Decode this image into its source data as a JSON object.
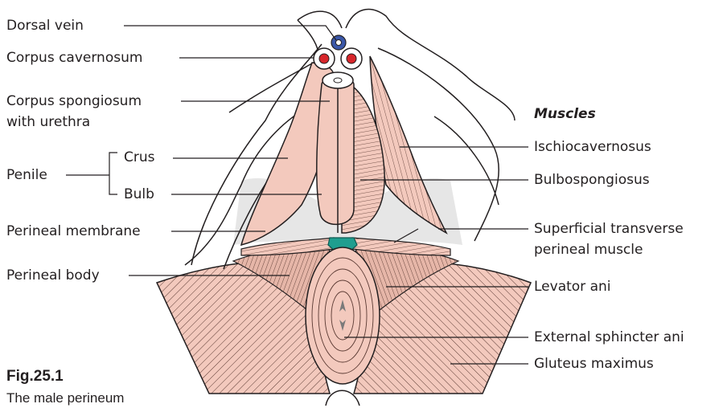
{
  "figure": {
    "number": "Fig.25.1",
    "caption": "The male perineum"
  },
  "labels_left": {
    "dorsal_vein": "Dorsal vein",
    "corpus_cavernosum": "Corpus cavernosum",
    "corpus_spongiosum_line1": "Corpus spongiosum",
    "corpus_spongiosum_line2": "with urethra",
    "penile": "Penile",
    "crus": "Crus",
    "bulb": "Bulb",
    "perineal_membrane": "Perineal membrane",
    "perineal_body": "Perineal body"
  },
  "labels_right": {
    "heading": "Muscles",
    "ischiocavernosus": "Ischiocavernosus",
    "bulbospongiosus": "Bulbospongiosus",
    "superficial_transverse_line1": "Superficial transverse",
    "superficial_transverse_line2": "perineal muscle",
    "levator_ani": "Levator ani",
    "external_sphincter_ani": "External sphincter ani",
    "gluteus_maximus": "Gluteus maximus"
  },
  "colors": {
    "muscle_fill": "#f3c9bd",
    "muscle_line": "#5b3a33",
    "membrane": "#e6e6e6",
    "outline": "#231f20",
    "perineal_body": "#1f9e8f",
    "dorsal_vein": "#3a57a8",
    "artery": "#d7262b"
  }
}
